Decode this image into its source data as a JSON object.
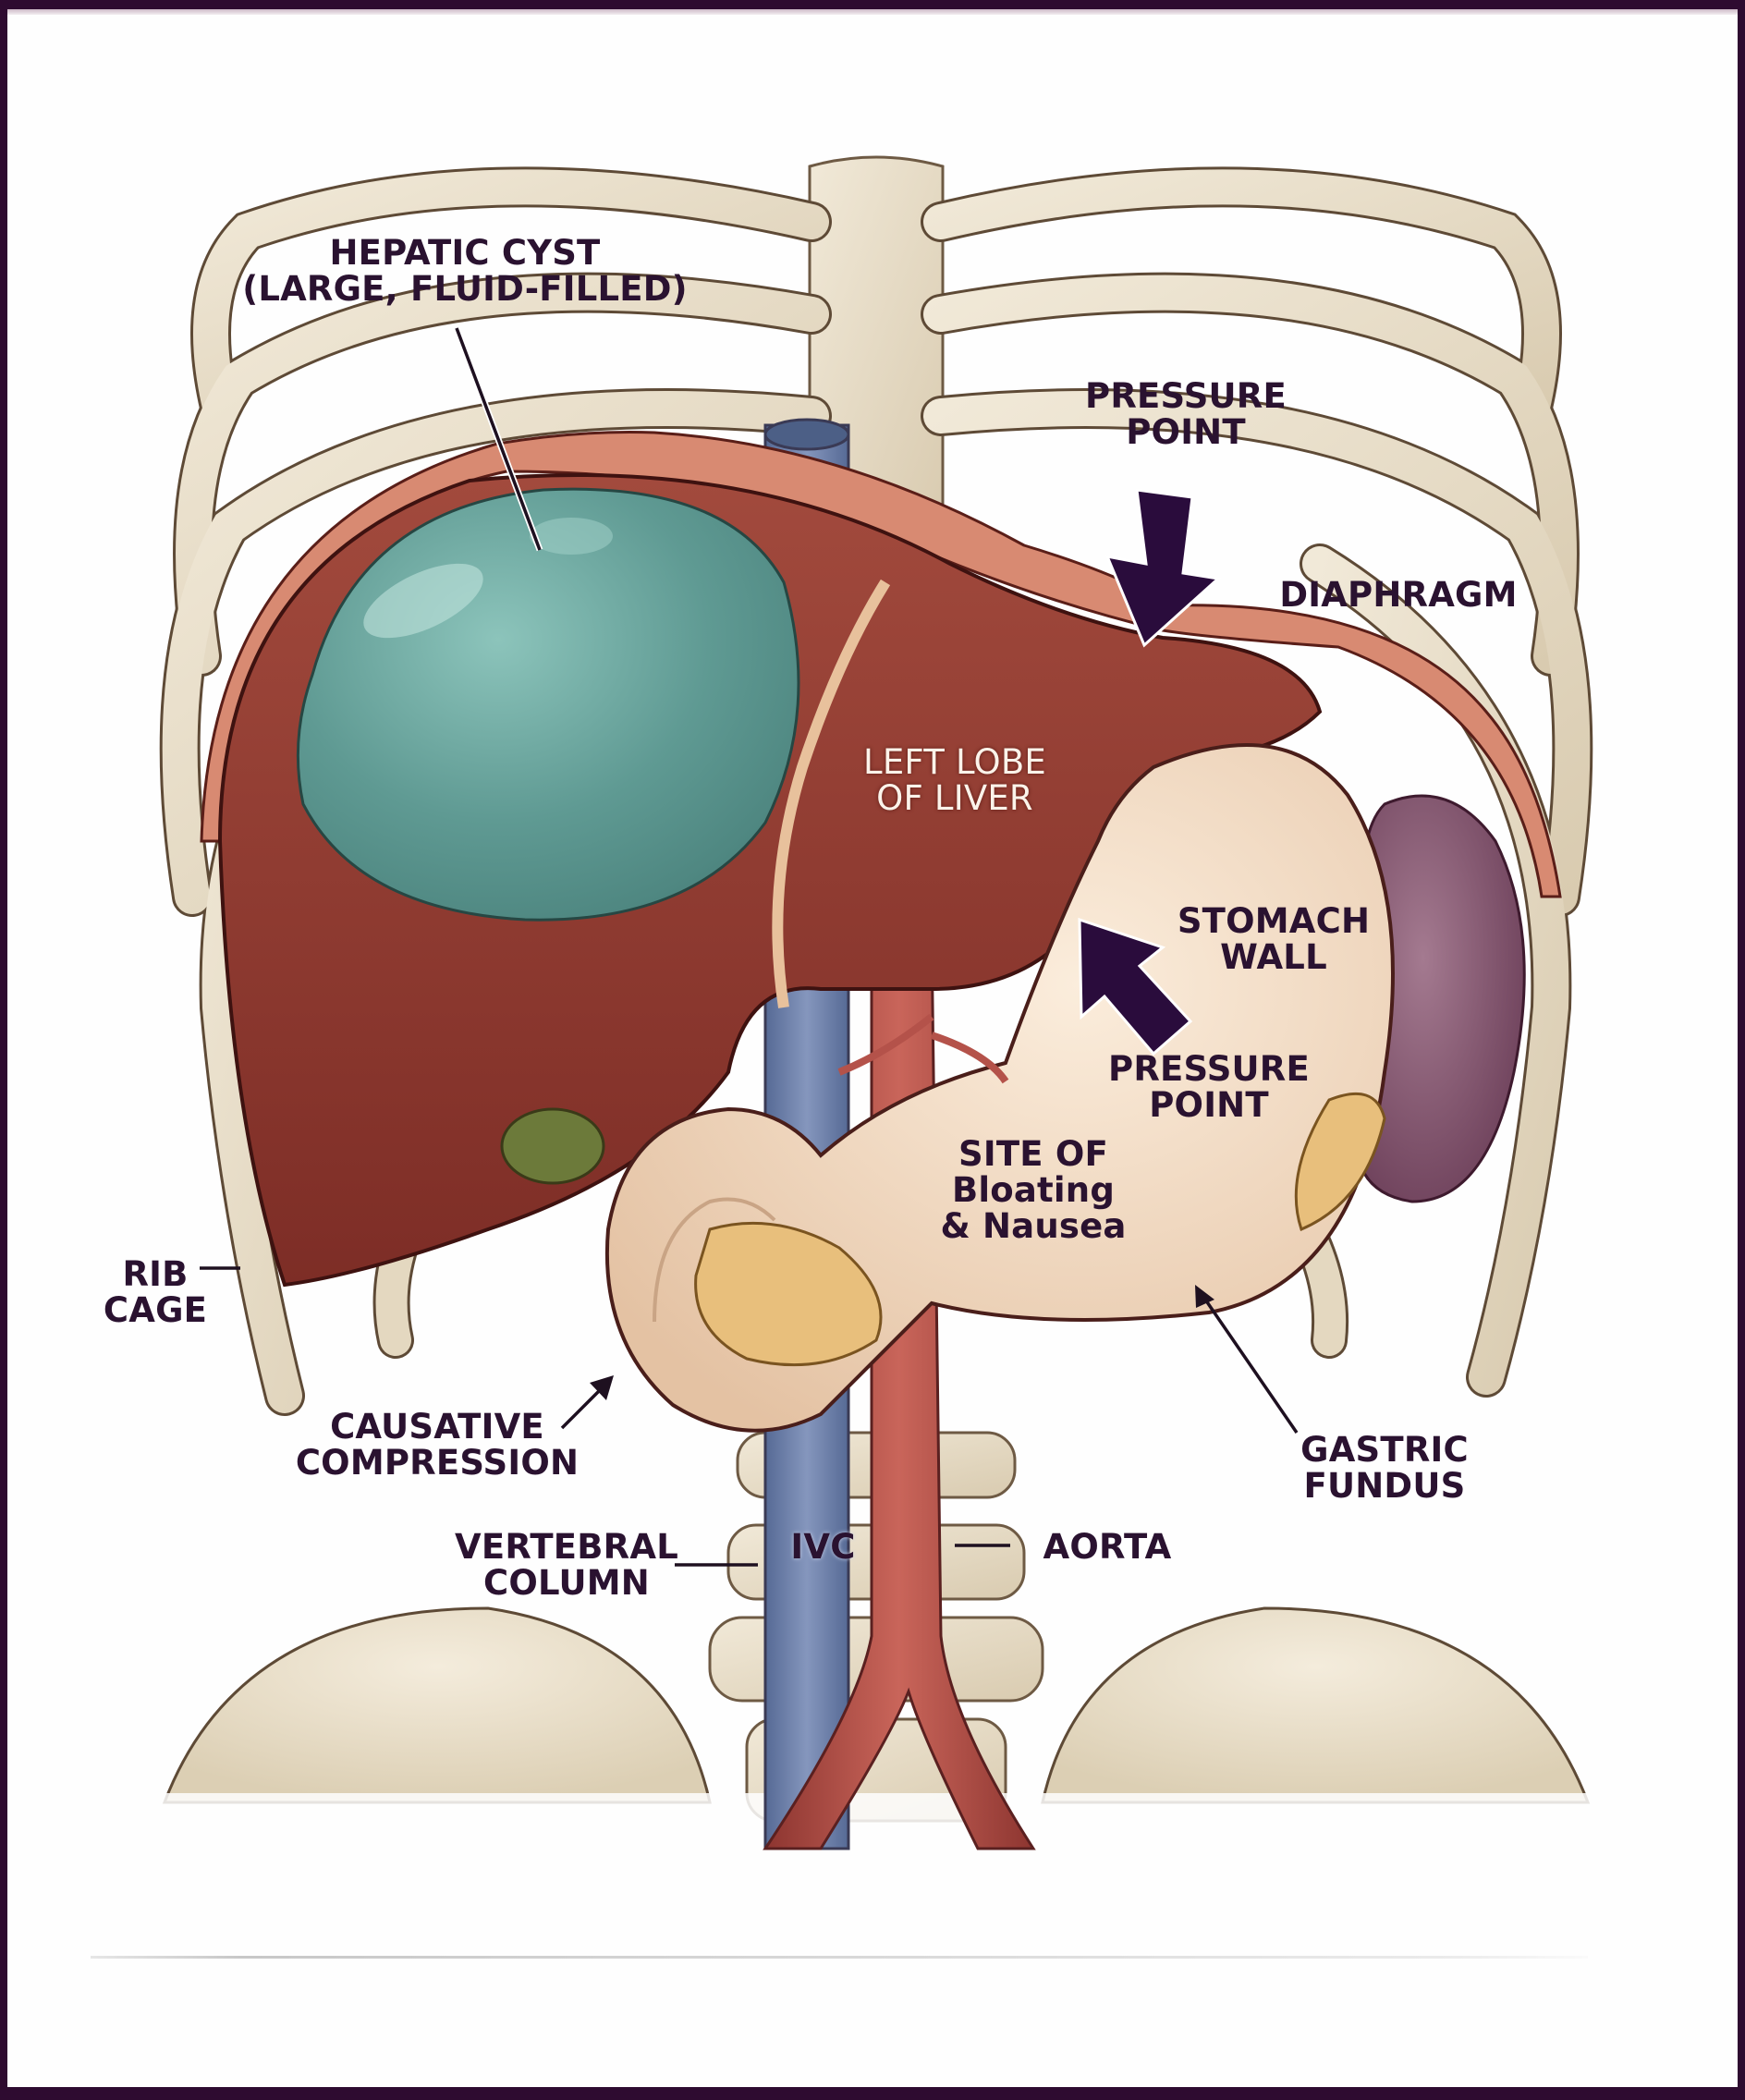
{
  "figure": {
    "title": "Hepatic cyst compressing the stomach (anterior view)",
    "colors": {
      "frame": "#2e0b30",
      "background": "#fefefe",
      "label_text": "#2a1230",
      "liver": "#8e3a30",
      "cyst": "#5f9a93",
      "stomach": "#f0d8bf",
      "bone": "#e6dcc7",
      "ivc": "#6a7ea8",
      "aorta": "#b4524a",
      "spleen": "#7d5068",
      "pancreas": "#e8bf7c",
      "gallbladder": "#6c7a3a",
      "diaphragm": "#d88a72",
      "arrow": "#2a0c3c"
    }
  },
  "labels": {
    "hepatic_cyst": "HEPATIC CYST\n(LARGE, FLUID-FILLED)",
    "pressure_point_top": "PRESSURE\nPOINT",
    "diaphragm": "DIAPHRAGM",
    "left_lobe": "LEFT LOBE\nOF LIVER",
    "stomach_wall": "STOMACH\nWALL",
    "pressure_point_mid": "PRESSURE\nPOINT",
    "site_of": "SITE OF\nBloating\n& Nausea",
    "rib_cage": "RIB\nCAGE",
    "causative_compression": "CAUSATIVE\nCOMPRESSION",
    "gastric_fundus": "GASTRIC\nFUNDUS",
    "vertebral_column": "VERTEBRAL\nCOLUMN",
    "ivc": "IVC",
    "aorta": "AORTA"
  },
  "icons": {
    "pressure_arrow_down": "thick-arrow-down",
    "pressure_arrow_up_left": "thick-arrow-up-left",
    "leader_arrows": "thin-arrow"
  }
}
